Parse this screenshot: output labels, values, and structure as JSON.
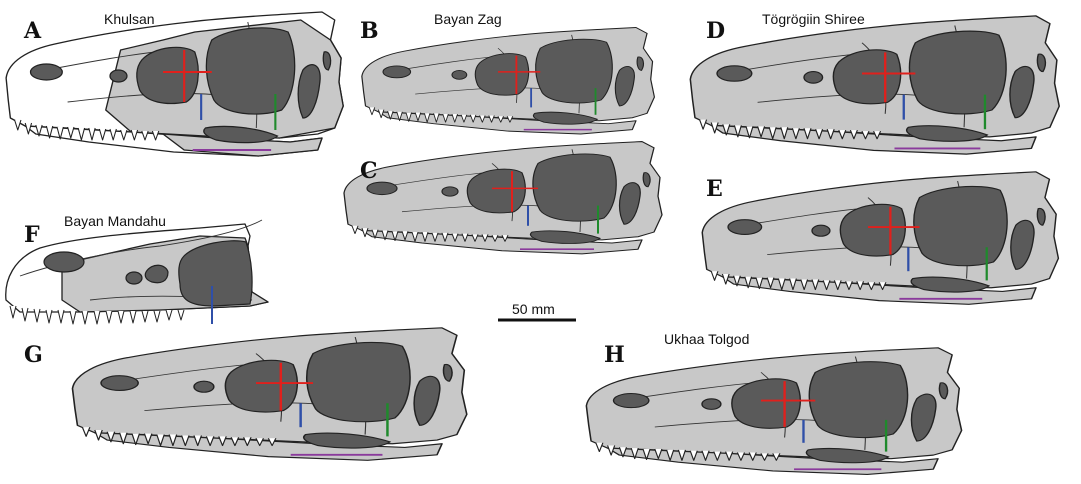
{
  "figure": {
    "panels": [
      {
        "id": "A",
        "letter": "A",
        "locality": "Khulsan"
      },
      {
        "id": "B",
        "letter": "B",
        "locality": "Bayan Zag"
      },
      {
        "id": "C",
        "letter": "C",
        "locality": ""
      },
      {
        "id": "D",
        "letter": "D",
        "locality": "Tögrögiin Shiree"
      },
      {
        "id": "E",
        "letter": "E",
        "locality": ""
      },
      {
        "id": "F",
        "letter": "F",
        "locality": "Bayan Mandahu"
      },
      {
        "id": "G",
        "letter": "G",
        "locality": ""
      },
      {
        "id": "H",
        "letter": "H",
        "locality": "Ukhaa Tolgod"
      }
    ],
    "scale_bar": {
      "label": "50 mm"
    },
    "colors": {
      "bone": "#c8c8c8",
      "fenestra": "#5a5a5a",
      "outline": "#222222",
      "orbit_cross": "#e0201c",
      "blue_measure": "#2f4fa8",
      "green_measure": "#1f8a2c",
      "purple_measure": "#8a3a9c"
    }
  }
}
